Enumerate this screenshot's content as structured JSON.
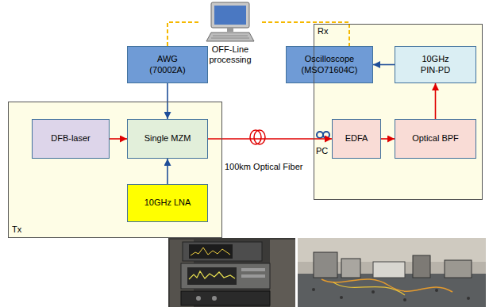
{
  "diagram": {
    "nodes": [
      {
        "text": [
          "OFF-Line processing"
        ]
      },
      {
        "text": [
          "AWG (70002A)"
        ]
      },
      {
        "text": [
          "Oscilloscope (MSO71604C)"
        ]
      },
      {
        "text": [
          "Rx"
        ]
      },
      {
        "text": [
          "10GHz PIN-PD"
        ],
        "in": 3
      },
      {
        "text": [
          "Tx"
        ]
      },
      {
        "text": [
          "DFB-laser"
        ],
        "in": 5
      },
      {
        "text": [
          "Single MZM"
        ],
        "in": 5
      },
      {
        "text": [
          "10GHz LNA"
        ],
        "in": 5
      },
      {
        "text": [
          "EDFA"
        ],
        "in": 3
      },
      {
        "text": [
          "Optical BPF"
        ],
        "in": 3
      }
    ],
    "edges": [
      {
        "from": 0,
        "to": 1,
        "arrow": "none"
      },
      {
        "from": 0,
        "to": 2,
        "arrow": "none"
      },
      {
        "from": 1,
        "to": 7,
        "arrow": "to"
      },
      {
        "from": 6,
        "to": 7,
        "arrow": "to"
      },
      {
        "from": 8,
        "to": 7,
        "arrow": "to"
      },
      {
        "from": 7,
        "to": 9,
        "arrow": "to"
      },
      {
        "from": 9,
        "to": 10,
        "arrow": "to"
      },
      {
        "from": 10,
        "to": 4,
        "arrow": "to"
      },
      {
        "from": 4,
        "to": 2,
        "arrow": "to"
      }
    ],
    "labels": [
      "100km Optical Fiber",
      "PC"
    ]
  }
}
